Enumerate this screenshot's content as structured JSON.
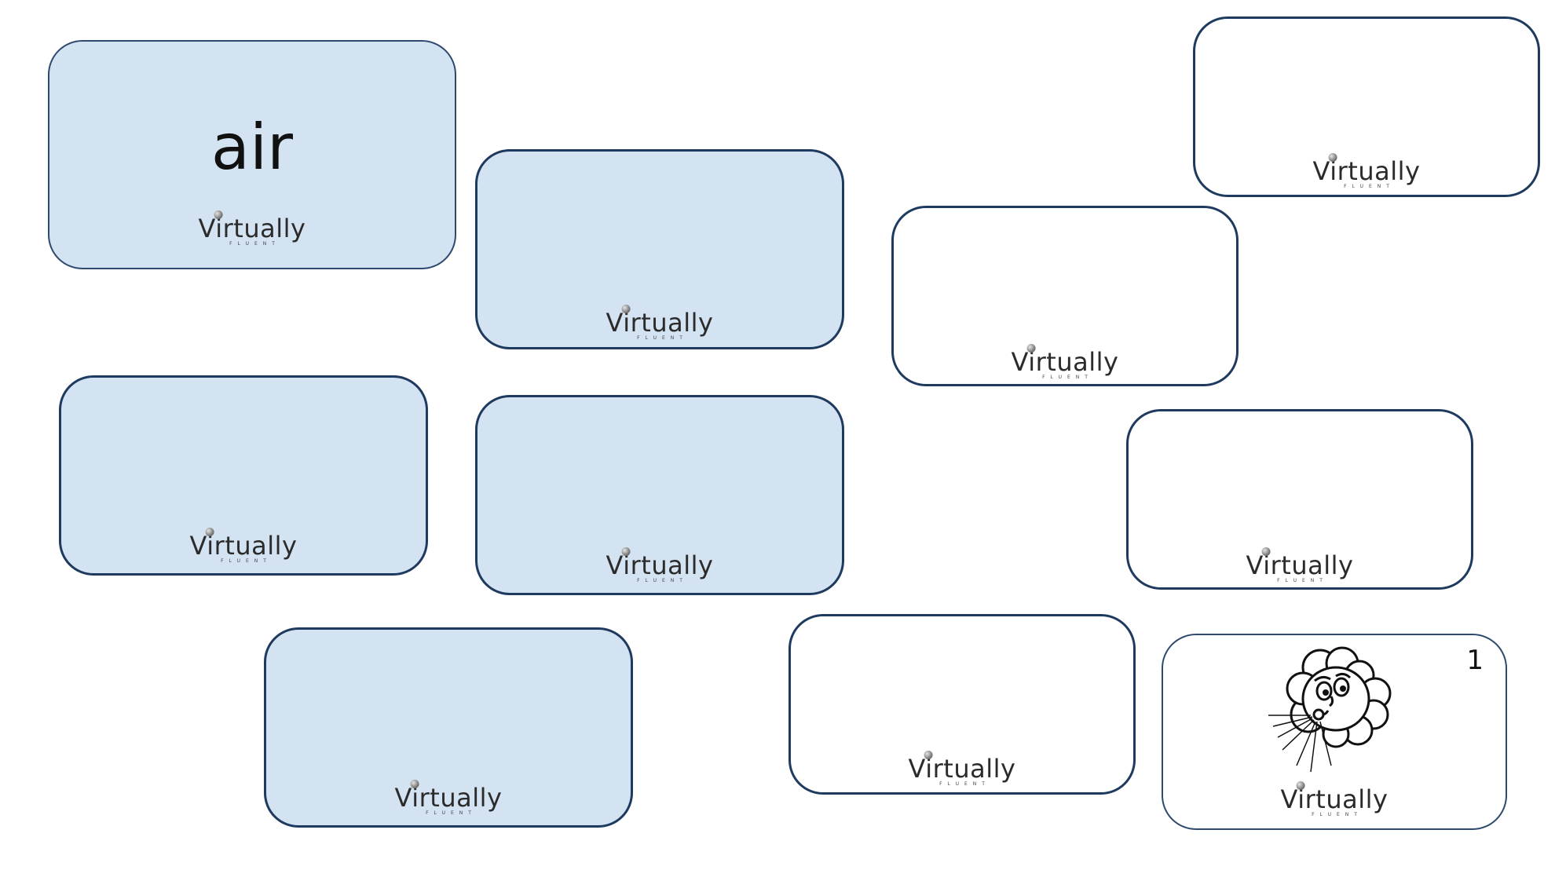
{
  "brand": {
    "name": "Virtually",
    "tagline": "FLUENT"
  },
  "cards": [
    {
      "id": "c1",
      "face": "word",
      "word": "air"
    },
    {
      "id": "c2",
      "face": "back"
    },
    {
      "id": "c3",
      "face": "back"
    },
    {
      "id": "c4",
      "face": "back"
    },
    {
      "id": "c5",
      "face": "back"
    },
    {
      "id": "c6",
      "face": "back"
    },
    {
      "id": "c7",
      "face": "back"
    },
    {
      "id": "c8",
      "face": "back"
    },
    {
      "id": "c9",
      "face": "back"
    },
    {
      "id": "c10",
      "face": "picture",
      "number": "1",
      "picture": "cloud-blowing-wind-icon"
    }
  ],
  "colors": {
    "card_blue": "#d4e3f1",
    "border": "#1f3a5f",
    "white": "#ffffff"
  }
}
